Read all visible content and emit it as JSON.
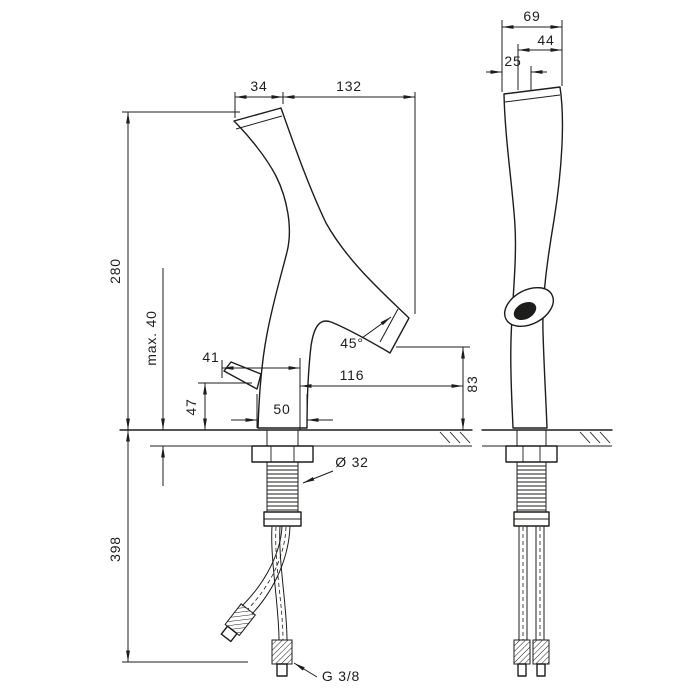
{
  "drawing": {
    "type": "technical-dimension-drawing",
    "subject": "single-lever basin mixer faucet with angled organic spout, front view and side view, installation dimensions in mm"
  },
  "colors": {
    "line": "#1d1d1b",
    "background": "#ffffff"
  },
  "dimensions": {
    "front": {
      "top_offset": "34",
      "top_width": "132",
      "height": "280",
      "max_counter_thickness": "max. 40",
      "lever_offset": "41",
      "lever_height": "47",
      "base_width": "50",
      "spout_reach": "116",
      "spout_outlet_height": "83",
      "spout_angle": "45°",
      "hole_diameter": "Ø 32",
      "hose_length": "398",
      "thread_size": "G 3/8"
    },
    "side": {
      "top_depth": "69",
      "mid_depth": "44",
      "front_offset": "25"
    }
  }
}
